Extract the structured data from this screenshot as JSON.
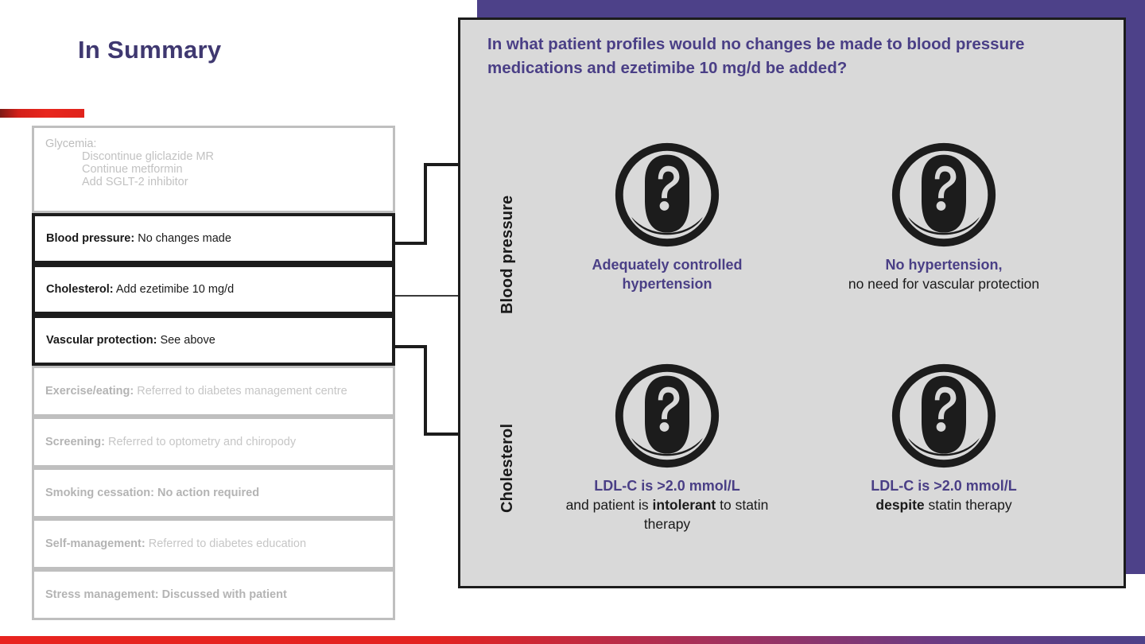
{
  "slide": {
    "title": "In Summary",
    "accent_purple": "#4d4189",
    "accent_red": "#e8241f",
    "highlight_text_color": "#4a3f86"
  },
  "summary_boxes": [
    {
      "name": "glycemia",
      "style": "dim",
      "heading": "Glycemia:",
      "sub_items": [
        "Discontinue gliclazide MR",
        "Continue metformin",
        "Add SGLT-2 inhibitor"
      ]
    },
    {
      "name": "blood-pressure",
      "style": "strong",
      "label": "Blood pressure:",
      "value": "No changes made"
    },
    {
      "name": "cholesterol",
      "style": "strong",
      "label": "Cholesterol:",
      "value": "Add ezetimibe 10 mg/d"
    },
    {
      "name": "vascular-protection",
      "style": "strong",
      "label": "Vascular protection:",
      "value": "See above"
    },
    {
      "name": "exercise-eating",
      "style": "dim",
      "label": "Exercise/eating:",
      "value": "Referred to diabetes management centre"
    },
    {
      "name": "screening",
      "style": "dim",
      "label": "Screening:",
      "value": "Referred to optometry and chiropody"
    },
    {
      "name": "smoking-cessation",
      "style": "dim-bold",
      "label": "Smoking cessation: No action required",
      "value": ""
    },
    {
      "name": "self-management",
      "style": "dim",
      "label": "Self-management:",
      "value": "Referred to diabetes education"
    },
    {
      "name": "stress-management",
      "style": "dim-bold",
      "label": "Stress management: Discussed with patient",
      "value": ""
    }
  ],
  "panel": {
    "question": "In what patient profiles would no changes be made to blood pressure medications and ezetimibe 10 mg/d be added?",
    "row_labels": {
      "top": "Blood pressure",
      "bottom": "Cholesterol"
    },
    "quadrants": [
      {
        "name": "adequately-controlled-hypertension",
        "icon": "person-question-icon",
        "highlight": "Adequately controlled hypertension",
        "rest": ""
      },
      {
        "name": "no-hypertension",
        "icon": "person-question-icon",
        "highlight": "No hypertension,",
        "rest": "no need for vascular protection"
      },
      {
        "name": "ldl-intolerant",
        "icon": "person-question-icon",
        "highlight": "LDL-C is >2.0 mmol/L",
        "rest_pre": "and patient is ",
        "rest_bold": "intolerant",
        "rest_post": " to statin therapy"
      },
      {
        "name": "ldl-despite-statin",
        "icon": "person-question-icon",
        "highlight": "LDL-C is >2.0 mmol/L",
        "rest_bold": "despite",
        "rest_post": " statin therapy"
      }
    ]
  }
}
